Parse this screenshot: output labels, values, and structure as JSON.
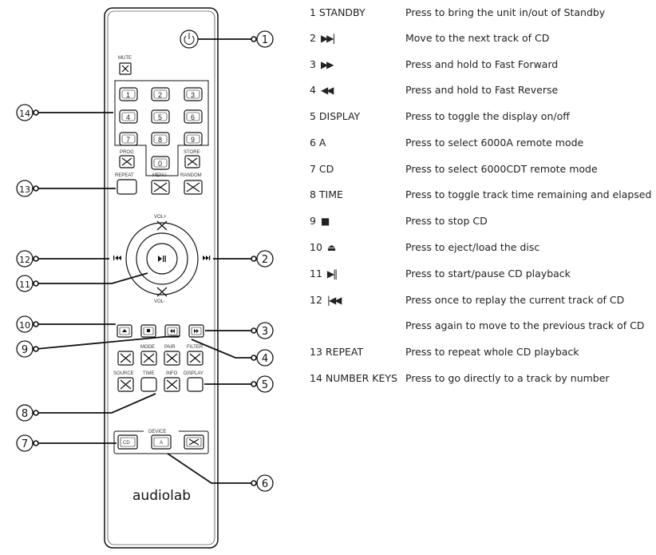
{
  "remote": {
    "brand": "audiolab",
    "labels": {
      "mute": "MUTE",
      "prog": "PROG",
      "store": "STORE",
      "repeat": "REPEAT",
      "menu": "MENU",
      "random": "RANDOM",
      "vol_up": "VOL+",
      "vol_down": "VOL-",
      "mode": "MODE",
      "pair": "PAIR",
      "filter": "FILTER",
      "source": "SOURCE",
      "time": "TIME",
      "info": "INFO",
      "display": "DISPLAY",
      "device": "DEVICE",
      "cd": "CD",
      "a": "A"
    },
    "number_keys": [
      "1",
      "2",
      "3",
      "4",
      "5",
      "6",
      "7",
      "8",
      "9",
      "0"
    ]
  },
  "callouts": {
    "c1": "1",
    "c2": "2",
    "c3": "3",
    "c4": "4",
    "c5": "5",
    "c6": "6",
    "c7": "7",
    "c8": "8",
    "c9": "9",
    "c10": "10",
    "c11": "11",
    "c12": "12",
    "c13": "13",
    "c14": "14"
  },
  "legend": [
    {
      "key": "1  STANDBY",
      "icon": "",
      "desc": "Press to bring the unit in/out of Standby"
    },
    {
      "key": "2",
      "icon": "next-track-icon",
      "desc": "Move to the next track of CD"
    },
    {
      "key": "3",
      "icon": "fast-forward-icon",
      "desc": "Press and hold to Fast Forward"
    },
    {
      "key": "4",
      "icon": "fast-reverse-icon",
      "desc": "Press and hold to Fast Reverse"
    },
    {
      "key": "5  DISPLAY",
      "icon": "",
      "desc": "Press to toggle the display on/off"
    },
    {
      "key": "6   A",
      "icon": "",
      "desc": "Press to select 6000A remote mode"
    },
    {
      "key": "7   CD",
      "icon": "",
      "desc": "Press to select 6000CDT remote mode"
    },
    {
      "key": "8  TIME",
      "icon": "",
      "desc": "Press to toggle track time remaining and elapsed"
    },
    {
      "key": "9",
      "icon": "stop-icon",
      "desc": "Press to stop CD"
    },
    {
      "key": "10",
      "icon": "eject-icon",
      "desc": "Press to eject/load the disc"
    },
    {
      "key": "11",
      "icon": "play-pause-icon",
      "desc": "Press to start/pause CD playback"
    },
    {
      "key": "12",
      "icon": "previous-track-icon",
      "desc": "Press once to replay the current track of CD"
    },
    {
      "key": "",
      "icon": "",
      "desc": "Press again to move to the previous track of CD"
    },
    {
      "key": "13  REPEAT",
      "icon": "",
      "desc": "Press to repeat whole CD playback"
    },
    {
      "key": "14 NUMBER KEYS",
      "icon": "",
      "desc": "Press to go directly to a track by number"
    }
  ]
}
